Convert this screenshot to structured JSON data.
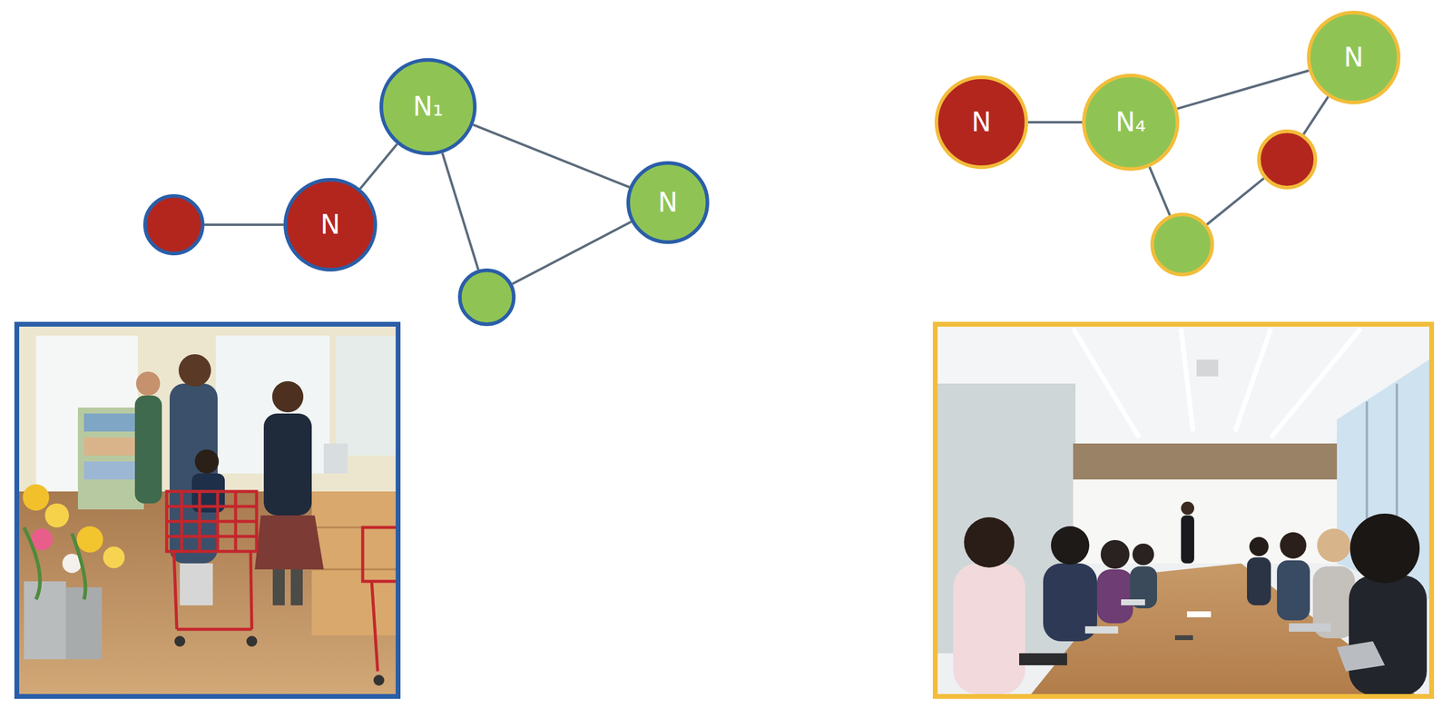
{
  "diagram": {
    "nodes": [
      {
        "text": [
          "N₁"
        ]
      },
      {
        "text": []
      },
      {
        "text": [
          "N"
        ]
      },
      {
        "text": [
          "N"
        ]
      },
      {
        "text": []
      },
      {
        "text": [
          "N"
        ]
      },
      {
        "text": [
          "N"
        ]
      },
      {
        "text": [
          "N₄"
        ]
      },
      {
        "text": []
      },
      {
        "text": []
      }
    ],
    "edges": [
      {
        "from": 1,
        "to": 2,
        "arrow": "none"
      },
      {
        "from": 2,
        "to": 0,
        "arrow": "none"
      },
      {
        "from": 0,
        "to": 4,
        "arrow": "none"
      },
      {
        "from": 0,
        "to": 3,
        "arrow": "none"
      },
      {
        "from": 4,
        "to": 3,
        "arrow": "none"
      },
      {
        "from": 6,
        "to": 7,
        "arrow": "none"
      },
      {
        "from": 7,
        "to": 5,
        "arrow": "none"
      },
      {
        "from": 7,
        "to": 9,
        "arrow": "none"
      },
      {
        "from": 9,
        "to": 8,
        "arrow": "none"
      },
      {
        "from": 8,
        "to": 5,
        "arrow": "none"
      }
    ]
  }
}
